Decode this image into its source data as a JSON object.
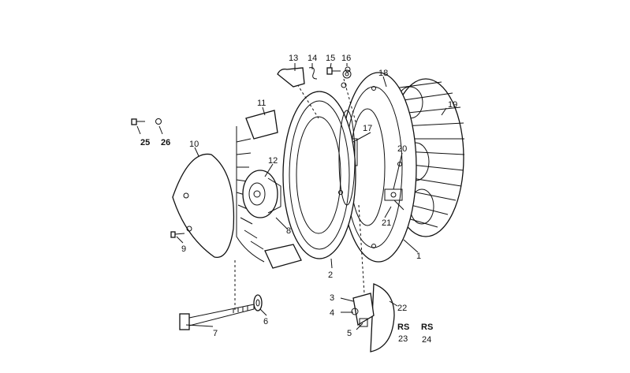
{
  "labels": {
    "p1": "1",
    "p2": "2",
    "p3": "3",
    "p4": "4",
    "p5": "5",
    "p6": "6",
    "p7": "7",
    "p8": "8",
    "p9": "9",
    "p10": "10",
    "p11": "11",
    "p12": "12",
    "p13": "13",
    "p14": "14",
    "p15": "15",
    "p16": "16",
    "p17": "17",
    "p18": "18",
    "p19": "19",
    "p20": "20",
    "p21": "21",
    "p22": "22",
    "p23": "23",
    "p24": "24",
    "p25": "25",
    "p26": "26",
    "rs23": "RS",
    "rs24": "RS"
  },
  "colors": {
    "ink": "#111111",
    "paper": "#ffffff",
    "shade": "#cfcfcf"
  }
}
